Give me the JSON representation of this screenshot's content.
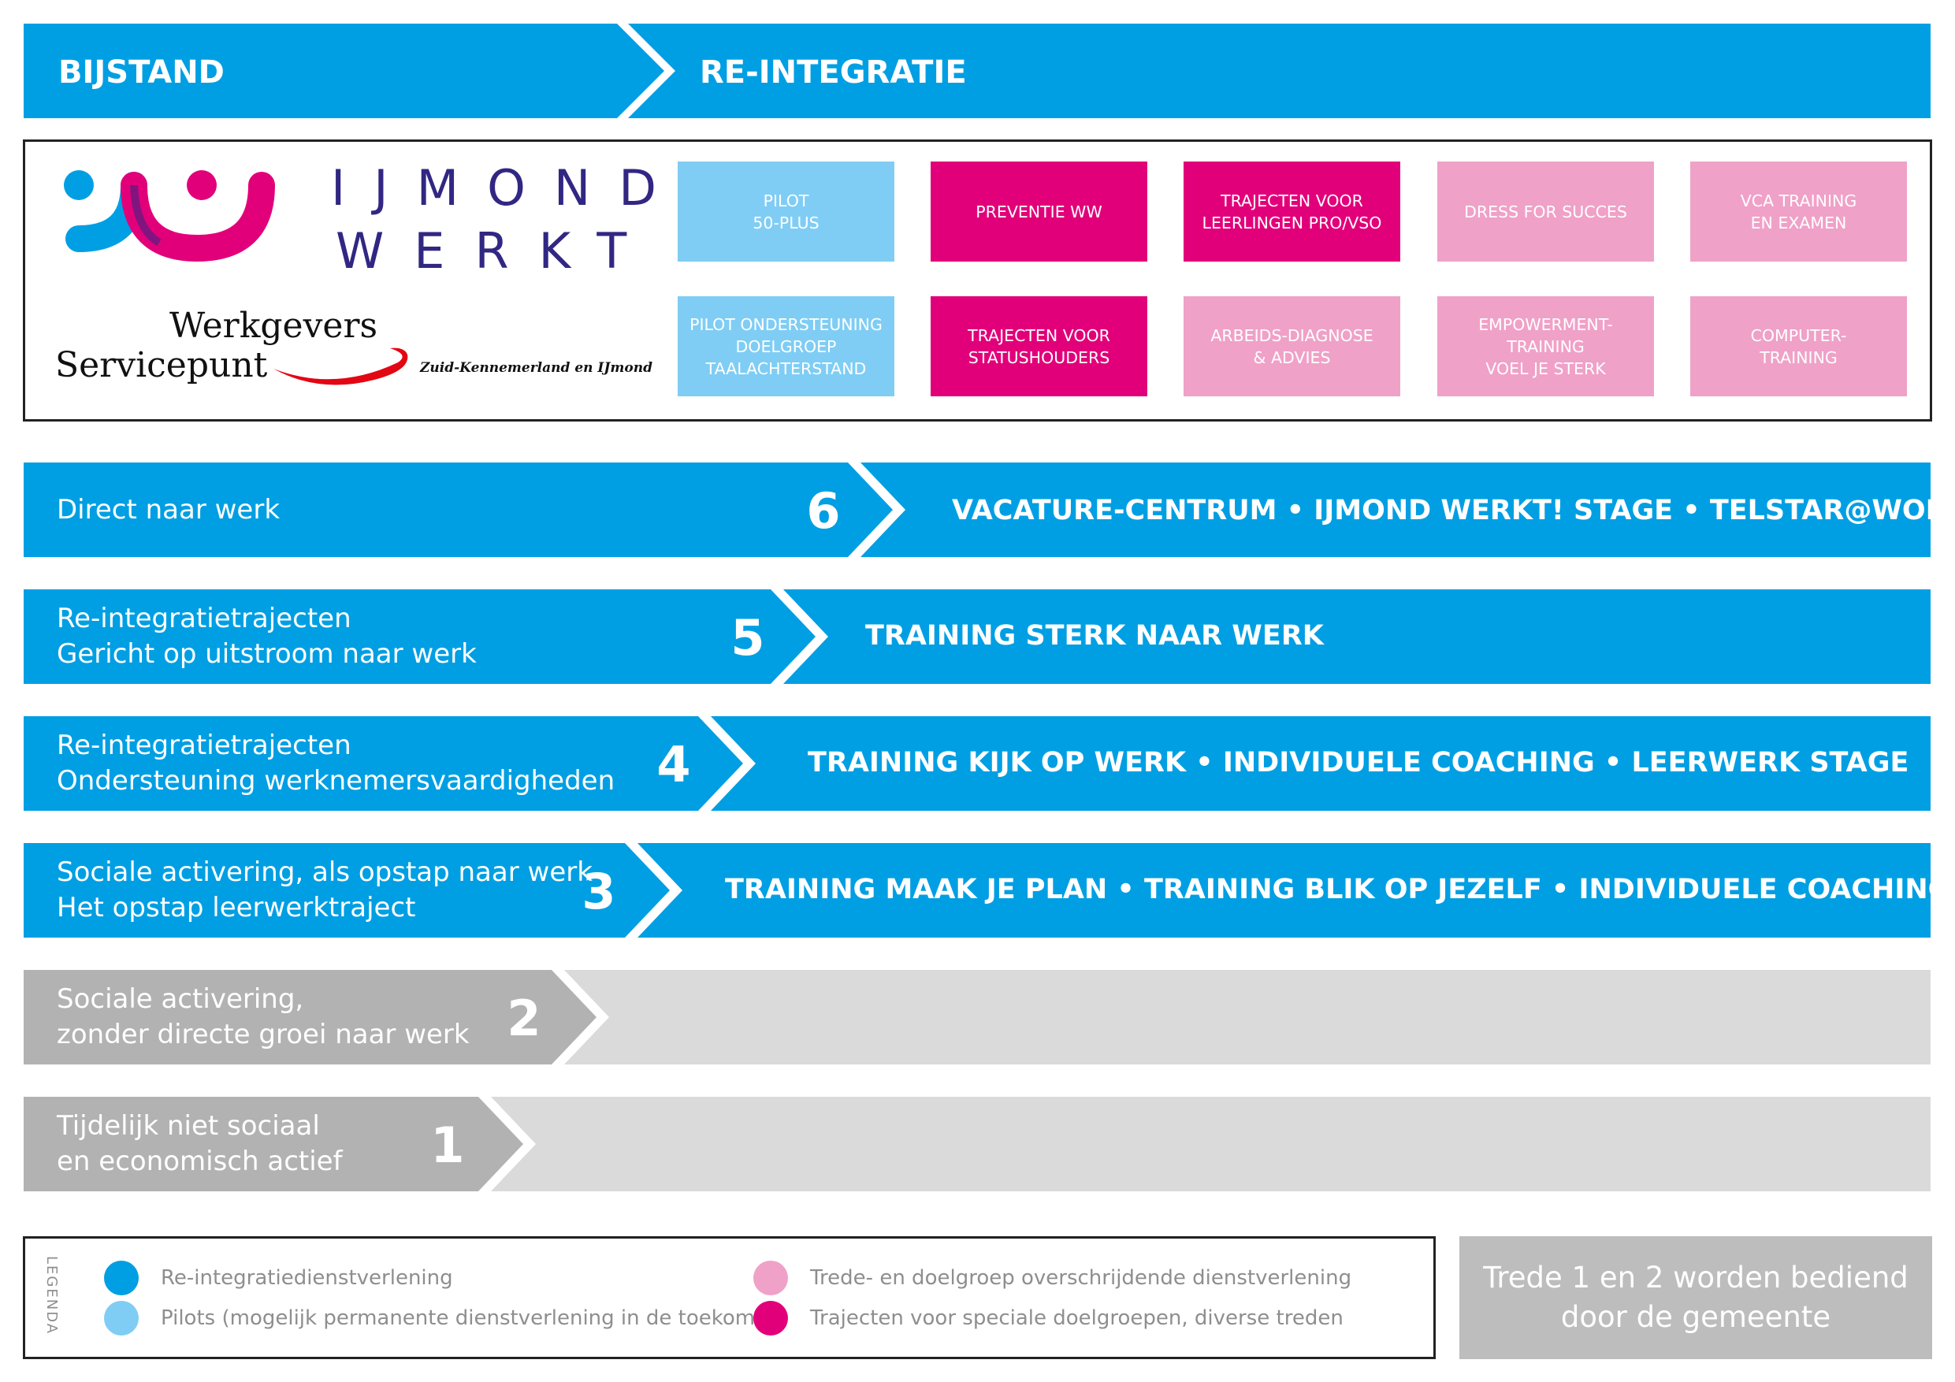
{
  "header": {
    "left_label": "BIJSTAND",
    "right_label": "RE-INTEGRATIE",
    "color": "#009fe3"
  },
  "logos": {
    "ijmond_line1": "IJMOND",
    "ijmond_line2": "WERKT",
    "wsp_line1": "Werkgevers",
    "wsp_line2": "Servicepunt",
    "wsp_region": "Zuid-Kennemerland en IJmond"
  },
  "tiles": [
    {
      "label": "PILOT\n50-PLUS",
      "category": "pilot"
    },
    {
      "label": "PREVENTIE WW",
      "category": "special"
    },
    {
      "label": "TRAJECTEN VOOR\nLEERLINGEN PRO/VSO",
      "category": "special"
    },
    {
      "label": "DRESS FOR SUCCES",
      "category": "cross"
    },
    {
      "label": "VCA TRAINING\nEN EXAMEN",
      "category": "cross"
    },
    {
      "label": "PILOT ONDERSTEUNING\nDOELGROEP\nTAALACHTERSTAND",
      "category": "pilot"
    },
    {
      "label": "TRAJECTEN VOOR\nSTATUSHOUDERS",
      "category": "special"
    },
    {
      "label": "ARBEIDS-DIAGNOSE\n& ADVIES",
      "category": "cross"
    },
    {
      "label": "EMPOWERMENT-TRAINING\nVOEL JE STERK",
      "category": "cross"
    },
    {
      "label": "COMPUTER-\nTRAINING",
      "category": "cross"
    }
  ],
  "colors": {
    "blue": "#009fe3",
    "light_blue": "#7fcdf4",
    "magenta": "#e2007a",
    "pink": "#f0a1c8",
    "gray_dark": "#b2b2b2",
    "gray_light": "#dadada"
  },
  "steps": [
    {
      "number": "6",
      "label": "Direct naar werk",
      "items": "VACATURE-CENTRUM • IJMOND WERKT! STAGE • TELSTAR@WORK",
      "style": "blue"
    },
    {
      "number": "5",
      "label": "Re-integratietrajecten\nGericht op uitstroom naar werk",
      "items": "TRAINING STERK NAAR WERK",
      "style": "blue"
    },
    {
      "number": "4",
      "label": "Re-integratietrajecten\nOndersteuning werknemersvaardigheden",
      "items": "TRAINING KIJK OP WERK • INDIVIDUELE COACHING • LEERWERK STAGE",
      "style": "blue"
    },
    {
      "number": "3",
      "label": "Sociale activering, als opstap naar werk\nHet opstap leerwerktraject",
      "items": "TRAINING MAAK JE PLAN • TRAINING BLIK OP JEZELF • INDIVIDUELE COACHING",
      "style": "blue"
    },
    {
      "number": "2",
      "label": "Sociale activering,\nzonder directe groei naar werk",
      "items": "",
      "style": "gray"
    },
    {
      "number": "1",
      "label": "Tijdelijk niet sociaal\nen economisch actief",
      "items": "",
      "style": "gray"
    }
  ],
  "legend": {
    "title": "LEGENDA",
    "items": [
      {
        "label": "Re-integratiedienstverlening",
        "color": "#009fe3"
      },
      {
        "label": "Pilots (mogelijk permanente dienstverlening in de toekomst)",
        "color": "#7fcdf4"
      },
      {
        "label": "Trede- en doelgroep overschrijdende dienstverlening",
        "color": "#f0a1c8"
      },
      {
        "label": "Trajecten voor speciale doelgroepen, diverse treden",
        "color": "#e2007a"
      }
    ]
  },
  "note": "Trede 1 en 2 worden bediend\ndoor de gemeente"
}
